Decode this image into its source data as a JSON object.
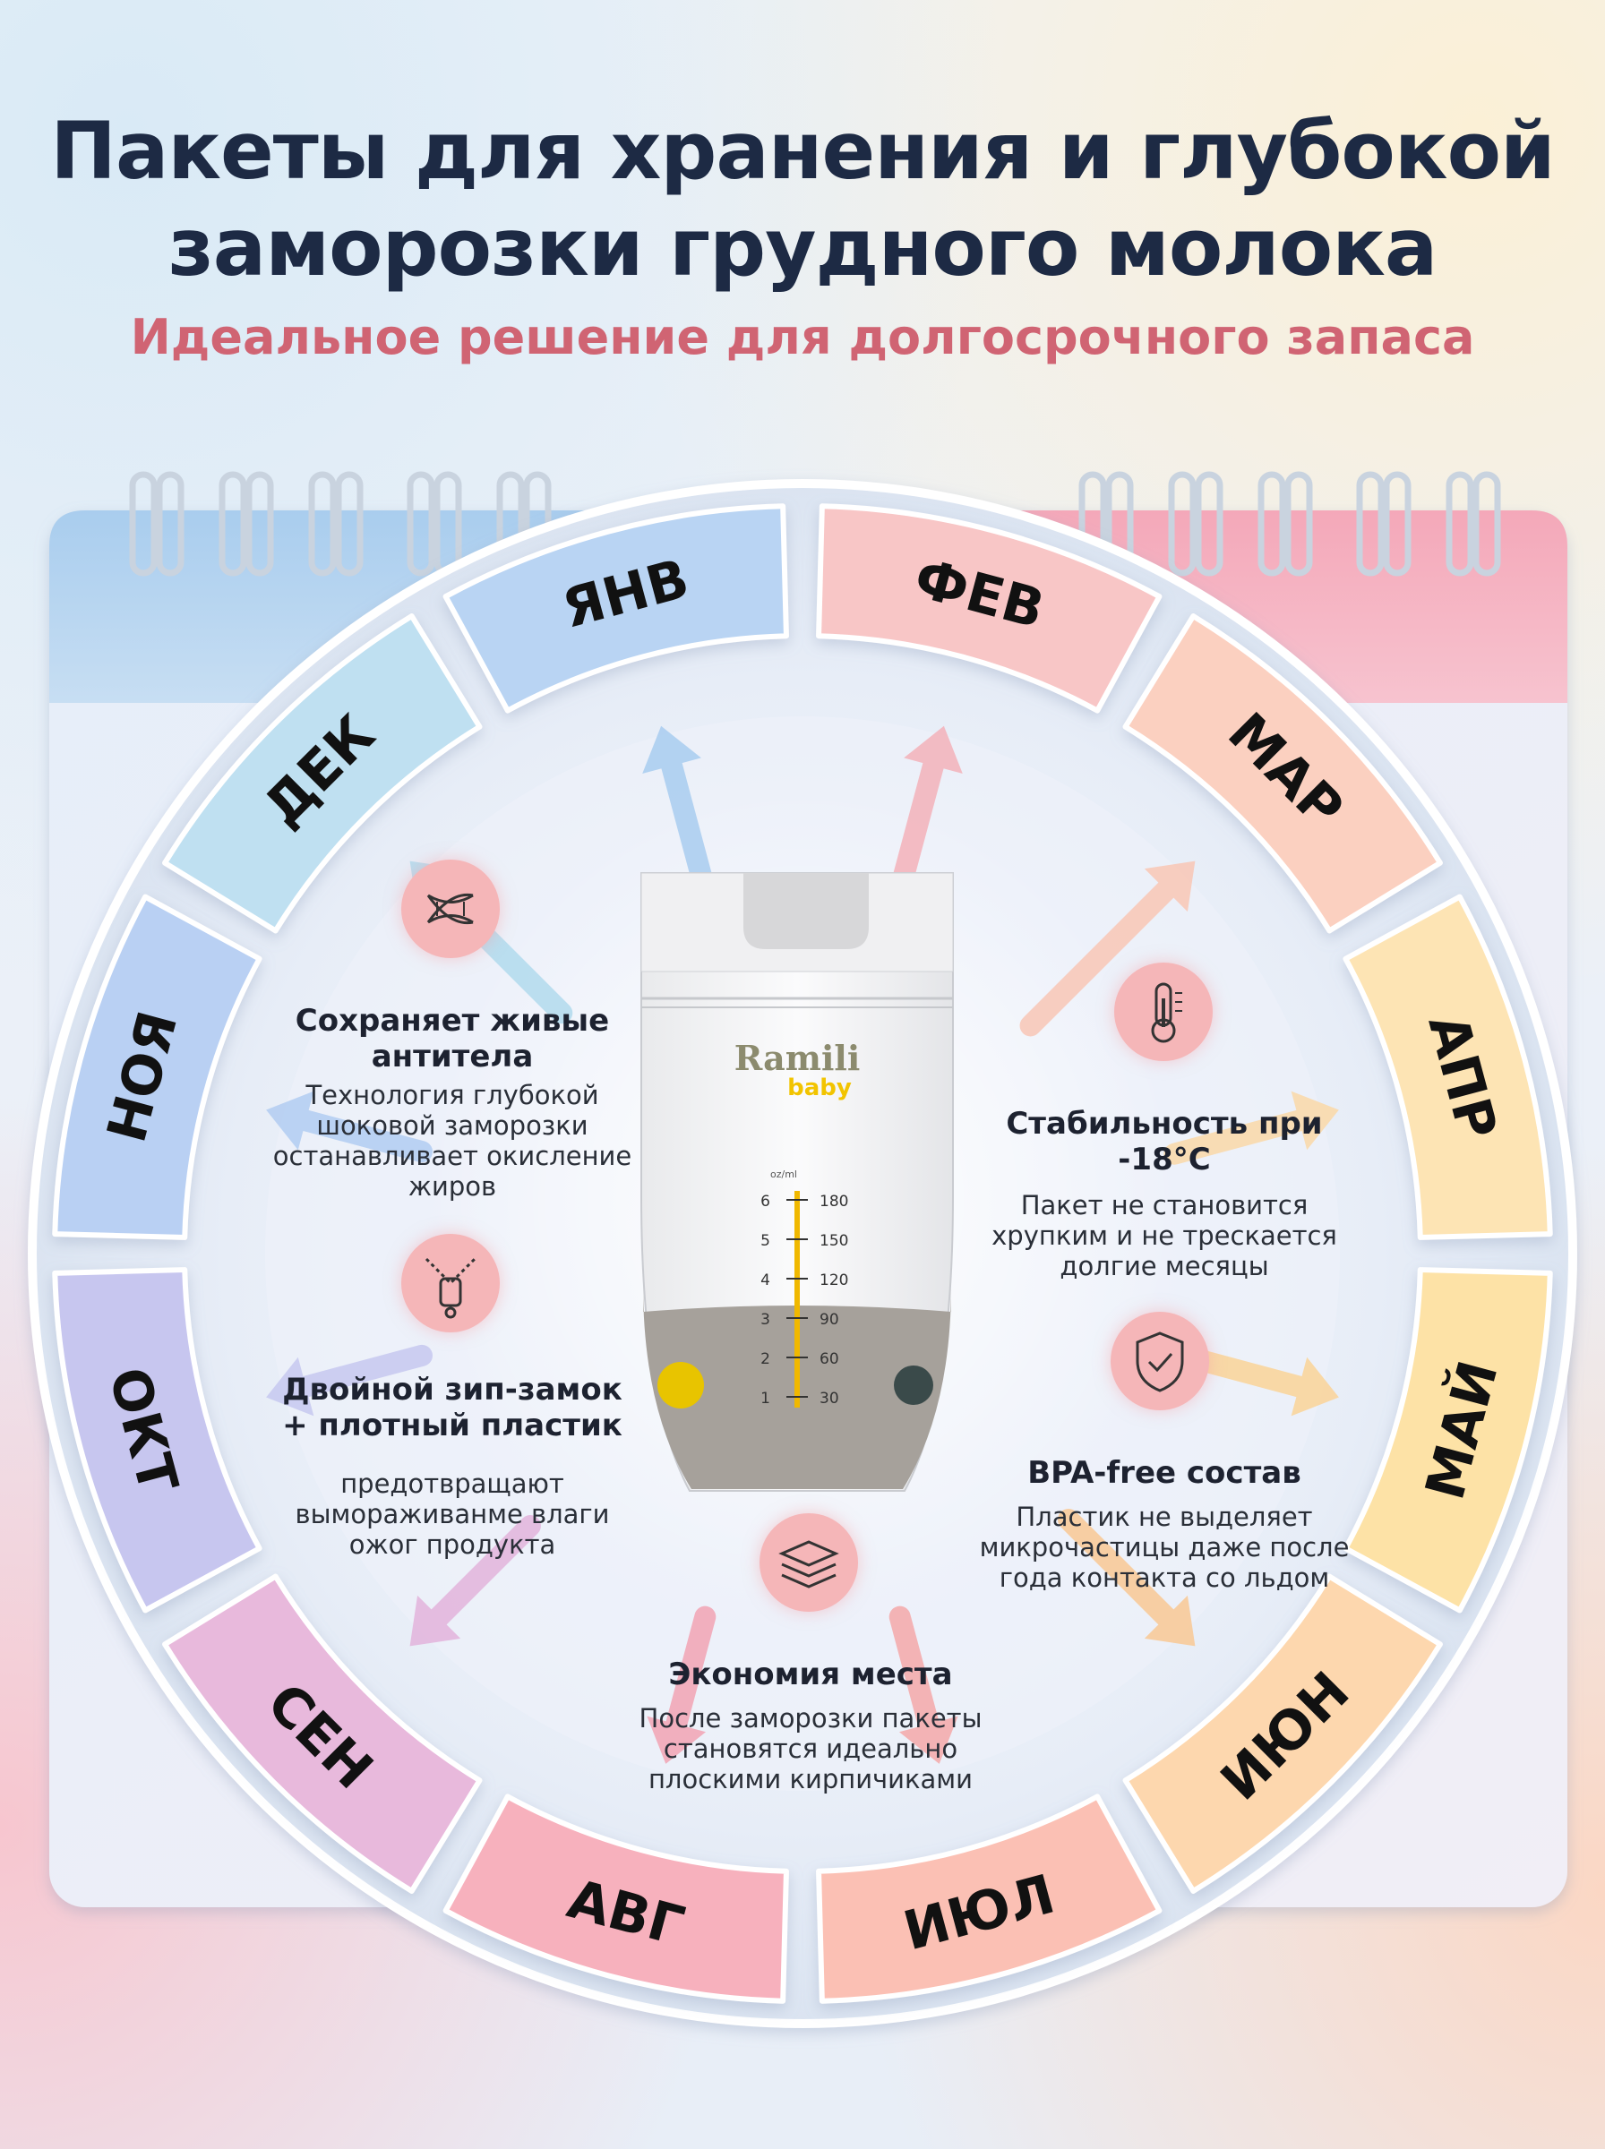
{
  "title_line1": "Пакеты для хранения и глубокой",
  "title_line2": "заморозки грудного молока",
  "subtitle": "Идеальное решение для долгосрочного запаса",
  "months": [
    {
      "label": "ЯНВ",
      "color": "#b9d4f3"
    },
    {
      "label": "ФЕВ",
      "color": "#f8c6c6"
    },
    {
      "label": "МАР",
      "color": "#fbd0c0"
    },
    {
      "label": "АПР",
      "color": "#fde4b4"
    },
    {
      "label": "МАЙ",
      "color": "#fde2a6"
    },
    {
      "label": "ИЮН",
      "color": "#fdd7ae"
    },
    {
      "label": "ИЮЛ",
      "color": "#fbc0b4"
    },
    {
      "label": "АВГ",
      "color": "#f7b1bd"
    },
    {
      "label": "СЕН",
      "color": "#e8b9dc"
    },
    {
      "label": "ОКТ",
      "color": "#c7c6ef"
    },
    {
      "label": "НОЯ",
      "color": "#b9d0f3"
    },
    {
      "label": "ДЕК",
      "color": "#bfe0f1"
    }
  ],
  "features": {
    "antibodies": {
      "title": "Сохраняет живые антитела",
      "text": "Технология глубокой шоковой заморозки останавливает окисление жиров",
      "icon": "dna-icon"
    },
    "zipper": {
      "title": "Двойной зип-замок + плотный пластик",
      "text": "предотвращают вымораживанме влаги ожог продукта",
      "icon": "zipper-icon"
    },
    "stability": {
      "title": "Стабильность при -18°C",
      "text": "Пакет не становится хрупким и не трескается долгие месяцы",
      "icon": "thermometer-icon"
    },
    "bpa": {
      "title": "BPA-free состав",
      "text": "Пластик не выделяет микрочастицы даже после года контакта со льдом",
      "icon": "shield-check-icon"
    },
    "space": {
      "title": "Экономия места",
      "text": "После заморозки пакеты становятся идеально плоскими кирпичиками",
      "icon": "layers-icon"
    }
  },
  "bag": {
    "brand": "Ramili",
    "brand_sub": "baby",
    "scale_oz": [
      "6",
      "5",
      "4",
      "3",
      "2",
      "1"
    ],
    "scale_ml": [
      "180",
      "150",
      "120",
      "90",
      "60",
      "30"
    ],
    "scale_label": "oz/ml",
    "fill_level": 0.55
  },
  "colors": {
    "title": "#1d2a44",
    "subtitle": "#d06473",
    "icon_bg": "#f5b6b8",
    "calendar_left": "#b7d6f2",
    "calendar_right": "#f5b3c2"
  }
}
